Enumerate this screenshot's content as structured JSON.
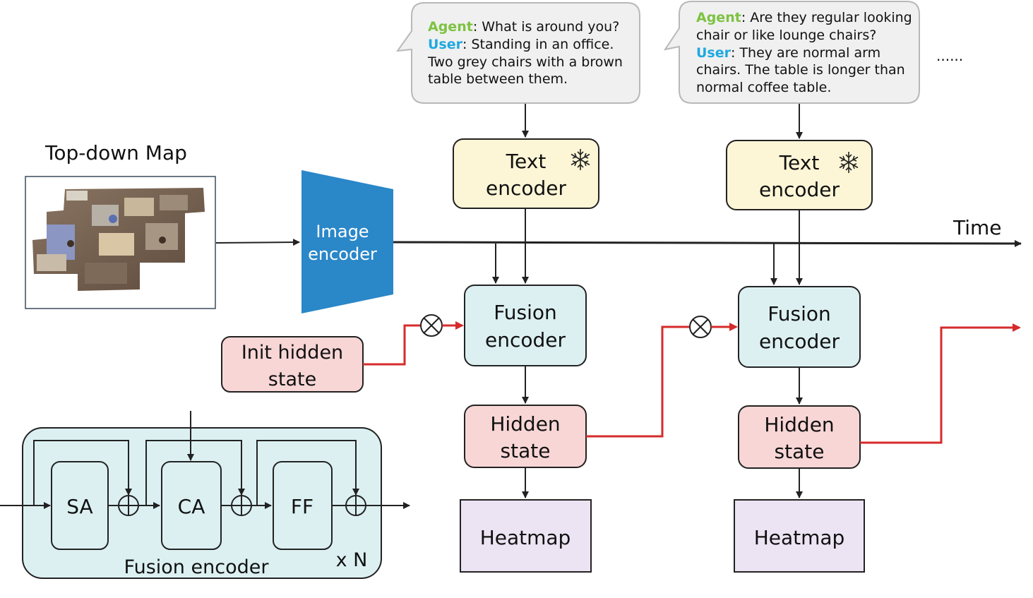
{
  "map": {
    "title": "Top-down Map"
  },
  "image_encoder": {
    "line1": "Image",
    "line2": "encoder"
  },
  "time_label": "Time",
  "ellipsis": "......",
  "dialogues": [
    {
      "agent_label": "Agent",
      "agent_text": ": What is around you?",
      "user_label": "User",
      "user_text": ": Standing in an office.",
      "extra_lines": [
        "Two grey chairs with a brown",
        "table between them."
      ]
    },
    {
      "agent_label": "Agent",
      "agent_text": ": Are they regular looking",
      "agent_line2": "chair or like lounge chairs?",
      "user_label": "User",
      "user_text": ": They are normal arm",
      "extra_lines": [
        "chairs. The table is longer than",
        "normal coffee table."
      ]
    }
  ],
  "steps": [
    {
      "text_encoder": {
        "line1": "Text",
        "line2": "encoder",
        "icon": "snowflake-icon"
      },
      "fusion_encoder": {
        "line1": "Fusion",
        "line2": "encoder"
      },
      "hidden_state": {
        "line1": "Hidden",
        "line2": "state"
      },
      "heatmap": "Heatmap"
    },
    {
      "text_encoder": {
        "line1": "Text",
        "line2": "encoder",
        "icon": "snowflake-icon"
      },
      "fusion_encoder": {
        "line1": "Fusion",
        "line2": "encoder"
      },
      "hidden_state": {
        "line1": "Hidden",
        "line2": "state"
      },
      "heatmap": "Heatmap"
    }
  ],
  "init_hidden": {
    "line1": "Init hidden",
    "line2": "state"
  },
  "fusion_detail": {
    "title": "Fusion encoder",
    "repeat": "x N",
    "blocks": [
      "SA",
      "CA",
      "FF"
    ]
  },
  "colors": {
    "agent": "#7dc242",
    "user": "#1fa8e0",
    "image_encoder": "#2a87c8",
    "text_encoder_fill": "#fdf6d6",
    "fusion_fill": "#dcf0f2",
    "hidden_fill": "#f8d6d6",
    "heatmap_fill": "#ece4f3",
    "recurrent_arrow": "#d62b2b"
  }
}
